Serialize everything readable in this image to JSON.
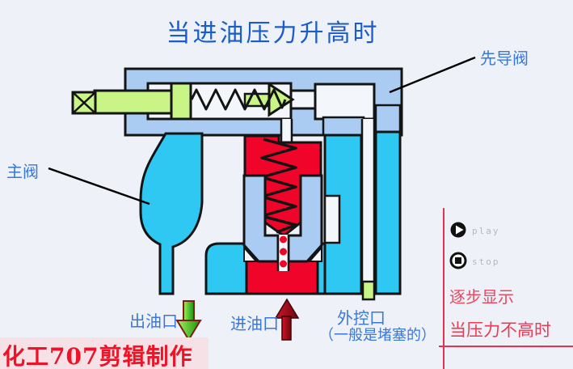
{
  "title": {
    "text": "当进油压力升高时",
    "color": "#1a5cc8"
  },
  "valve_labels": {
    "pilot_valve": "先导阀",
    "main_valve": "主阀",
    "outlet_port": "出油口",
    "inlet_port": "进油口",
    "external_port": "外控口",
    "external_port_note": "（一般是堵塞的）",
    "label_color": "#3a78d8"
  },
  "diagram_colors": {
    "valve_body": "#abccf2",
    "low_pressure_oil": "#2ec8f2",
    "high_pressure_oil": "#f1042a",
    "adjustment_parts": "#c9f586",
    "outline": "#141414",
    "page_background": "#eef1f8"
  },
  "diagram_icons": {
    "outlet_arrow": "green-down-arrow-icon",
    "inlet_arrow": "dark-red-up-arrow-icon",
    "pilot_poppet": "green-right-arrow-icon",
    "pilot_spring": "horizontal-spring-zigzag",
    "main_spring": "vertical-spring-zigzag",
    "adjuster_end": "x-box-icon",
    "orifice_flow": "red-dots"
  },
  "playback_controls": {
    "play": {
      "label": "play",
      "icon": "play-icon"
    },
    "stop": {
      "label": "stop",
      "icon": "stop-icon"
    },
    "label_color": "#b4b8bf"
  },
  "side_notes": {
    "step_note": "逐步显示",
    "alt_state_note": "当压力不高时",
    "note_color": "#e84a63",
    "divider_color": "#e83050"
  },
  "watermark": {
    "text": "化工707剪辑制作",
    "color": "#ee1326",
    "background": "#f6e2e6"
  }
}
